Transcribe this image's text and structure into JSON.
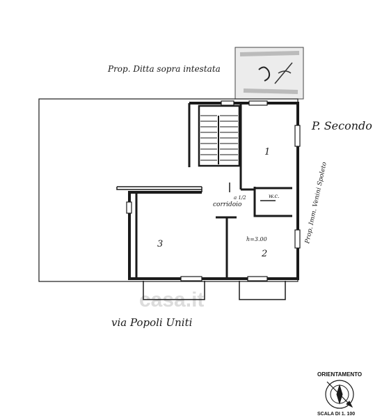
{
  "labels": {
    "top_owner": "Prop. Ditta sopra intestata",
    "floor": "P. Secondo",
    "right_owner": "Prop. Imm. Venini Spoleto",
    "street": "via   Popoli   Uniti",
    "corridor": "corridoio",
    "room_1": "1",
    "room_2": "2",
    "room_3": "3",
    "ceiling_height": "h=3.00",
    "wc": "w.c.",
    "wc_code": "a 1/2",
    "compass_title": "ORIENTAMENTO",
    "scale": "SCALA DI 1. 100",
    "watermark": "casa.it"
  },
  "colors": {
    "ink": "#1a1a1a",
    "watermark": "#d9d9d9"
  },
  "icons": {
    "compass": "compass-rose-icon",
    "stamp": "stamp-icon"
  }
}
